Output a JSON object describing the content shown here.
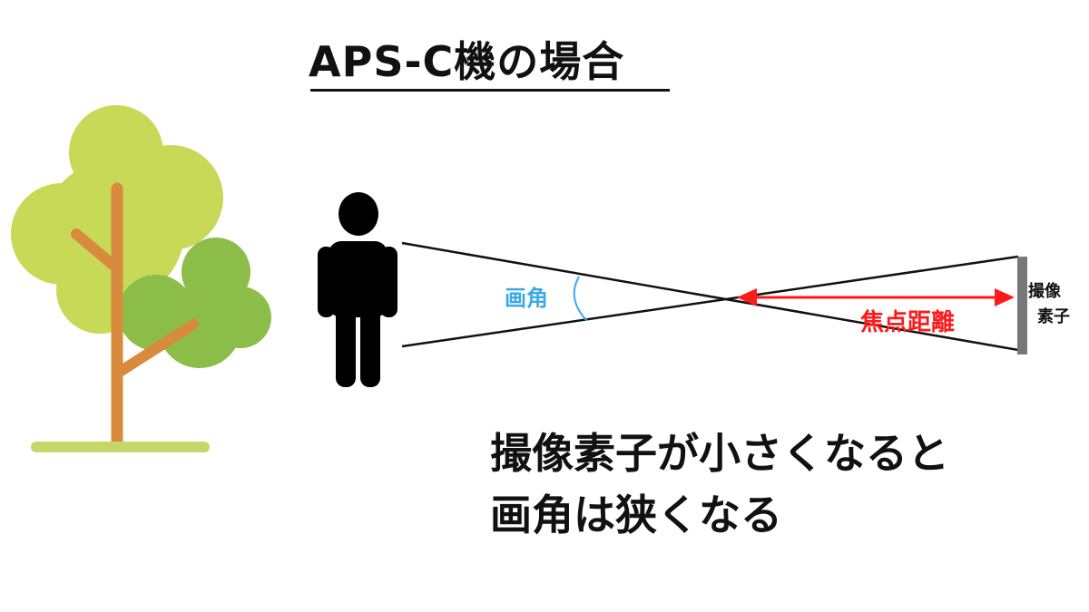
{
  "title": "APS-C機の場合",
  "labels": {
    "angle_of_view": "画角",
    "focal_length": "焦点距離",
    "sensor_line1": "撮像",
    "sensor_line2": "素子"
  },
  "caption": {
    "line1": "撮像素子が小さくなると",
    "line2": "画角は狭くなる"
  },
  "colors": {
    "angle_label": "#3da9e8",
    "focal_label": "#ff1a1a",
    "arrow": "#ff1a1a",
    "tree_canopy_light": "#c8d957",
    "tree_canopy_dark": "#8bbd48",
    "tree_trunk": "#d98b3d",
    "ground": "#c3d868",
    "sensor": "#777777",
    "person": "#000000",
    "lines": "#111111"
  }
}
